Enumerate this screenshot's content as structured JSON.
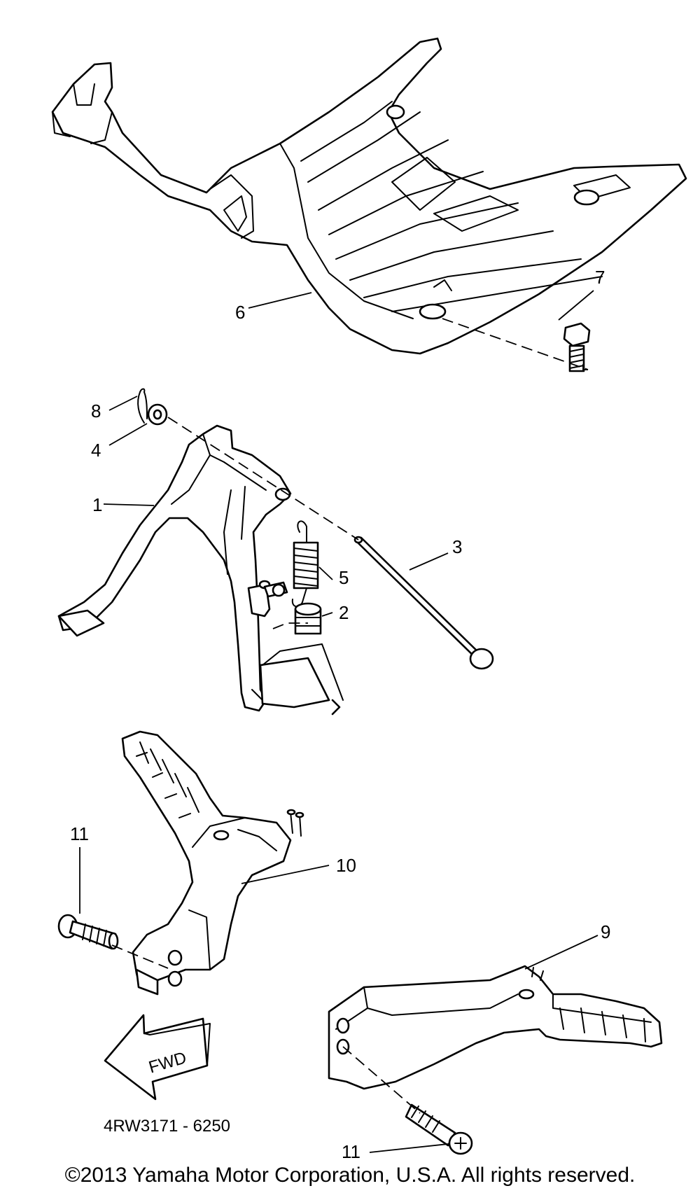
{
  "callouts": {
    "c1": "1",
    "c2": "2",
    "c3": "3",
    "c4": "4",
    "c5": "5",
    "c6": "6",
    "c7": "7",
    "c8": "8",
    "c9": "9",
    "c10": "10",
    "c11a": "11",
    "c11b": "11"
  },
  "direction_marker": "FWD",
  "diagram_code": "4RW3171 - 6250",
  "copyright": "©2013 Yamaha Motor Corporation, U.S.A. All rights reserved."
}
